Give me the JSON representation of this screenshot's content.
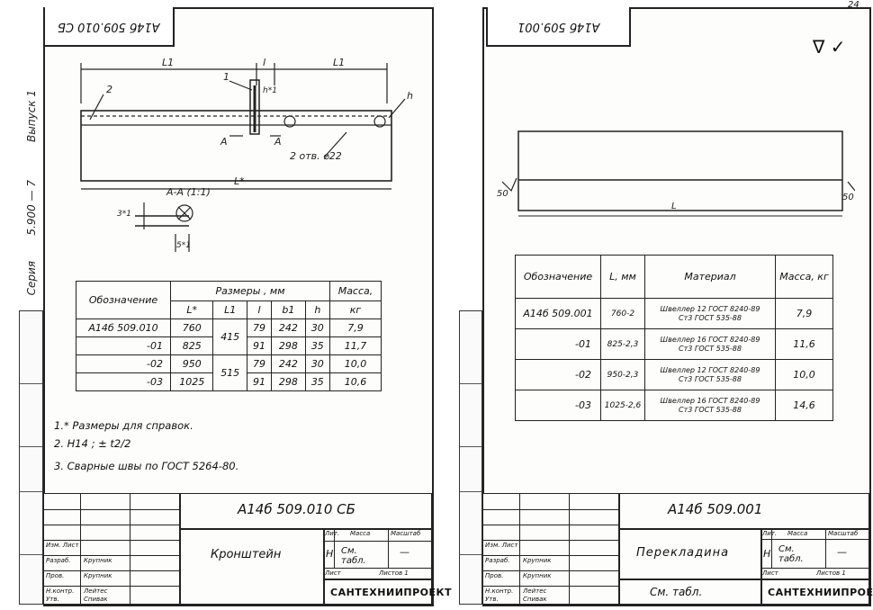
{
  "page_number": "24",
  "side_labels": {
    "issue": "Выпуск 1",
    "series_code": "5.900 — 7",
    "series": "Серия"
  },
  "left": {
    "stamp_code": "А14б 509.010 СБ",
    "drawing_labels": {
      "l1_left": "L1",
      "l": "l",
      "l1_right": "L1",
      "L_total": "L*",
      "pos1": "1",
      "pos2": "2",
      "weld_mark": "h*1",
      "hole_note": "2 отв. ⌀22",
      "h": "h",
      "section_a": "А",
      "section_title": "А-А (1:1)",
      "dim_a": "3*1",
      "dim_b": "5*1"
    },
    "table": {
      "head_designation": "Обозначение",
      "head_sizes": "Размеры , мм",
      "head_mass": "Масса,",
      "head_mass_unit": "кг",
      "cols": [
        "L*",
        "L1",
        "l",
        "b1",
        "h"
      ],
      "rows": [
        {
          "des": "А14б 509.010",
          "L": "760",
          "L1": "415",
          "l": "79",
          "b1": "242",
          "h": "30",
          "m": "7,9"
        },
        {
          "des": "-01",
          "L": "825",
          "L1": "",
          "l": "91",
          "b1": "298",
          "h": "35",
          "m": "11,7"
        },
        {
          "des": "-02",
          "L": "950",
          "L1": "515",
          "l": "79",
          "b1": "242",
          "h": "30",
          "m": "10,0"
        },
        {
          "des": "-03",
          "L": "1025",
          "L1": "",
          "l": "91",
          "b1": "298",
          "h": "35",
          "m": "10,6"
        }
      ]
    },
    "notes": [
      "1.* Размеры для справок.",
      "2.  H14 ; ± t2/2",
      "3.  Сварные швы по ГОСТ 5264-80."
    ],
    "title_block": {
      "code": "А14б 509.010 СБ",
      "name": "Кронштейн",
      "lit": "Лит.",
      "mass": "Масса",
      "scale": "Масштаб",
      "mass_value": "См. табл.",
      "letter": "Н",
      "sheet": "Лист",
      "sheets": "Листов 1",
      "org": "САНТЕХНИИПРОЕКТ",
      "roles": [
        "Изм. Лист",
        "Разраб.",
        "Пров.",
        "Н.контр.",
        "Утв."
      ],
      "names": [
        "Крупник",
        "Крупник",
        "",
        "Лейтес",
        "Спивак"
      ]
    }
  },
  "right": {
    "stamp_code": "А14б 509.001",
    "roughness": "∇ ✓",
    "dims": {
      "h_left": "50",
      "h_right": "50",
      "length": "L"
    },
    "table": {
      "heads": [
        "Обозначение",
        "L, мм",
        "Материал",
        "Масса, кг"
      ],
      "rows": [
        {
          "des": "А14б 509.001",
          "len": "760-2",
          "mat_a": "Швеллер 12 ГОСТ 8240-89",
          "mat_b": "Ст3 ГОСТ 535-88",
          "m": "7,9"
        },
        {
          "des": "-01",
          "len": "825-2,3",
          "mat_a": "Швеллер 16 ГОСТ 8240-89",
          "mat_b": "Ст3 ГОСТ 535-88",
          "m": "11,6"
        },
        {
          "des": "-02",
          "len": "950-2,3",
          "mat_a": "Швеллер 12 ГОСТ 8240-89",
          "mat_b": "Ст3 ГОСТ 535-88",
          "m": "10,0"
        },
        {
          "des": "-03",
          "len": "1025-2,6",
          "mat_a": "Швеллер 16 ГОСТ 8240-89",
          "mat_b": "Ст3 ГОСТ 535-88",
          "m": "14,6"
        }
      ]
    },
    "title_block": {
      "code": "А14б 509.001",
      "name": "Перекладина",
      "material": "См. табл.",
      "lit": "Лит.",
      "mass": "Масса",
      "scale": "Масштаб",
      "mass_value": "См. табл.",
      "letter": "Н",
      "sheet": "Лист",
      "sheets": "Листов 1",
      "org": "САНТЕХНИИПРОЕКТ",
      "roles": [
        "Изм. Лист",
        "Разраб.",
        "Пров.",
        "Н.контр.",
        "Утв."
      ],
      "names": [
        "Крупник",
        "Крупник",
        "",
        "Лейтес",
        "Спивак"
      ]
    }
  }
}
